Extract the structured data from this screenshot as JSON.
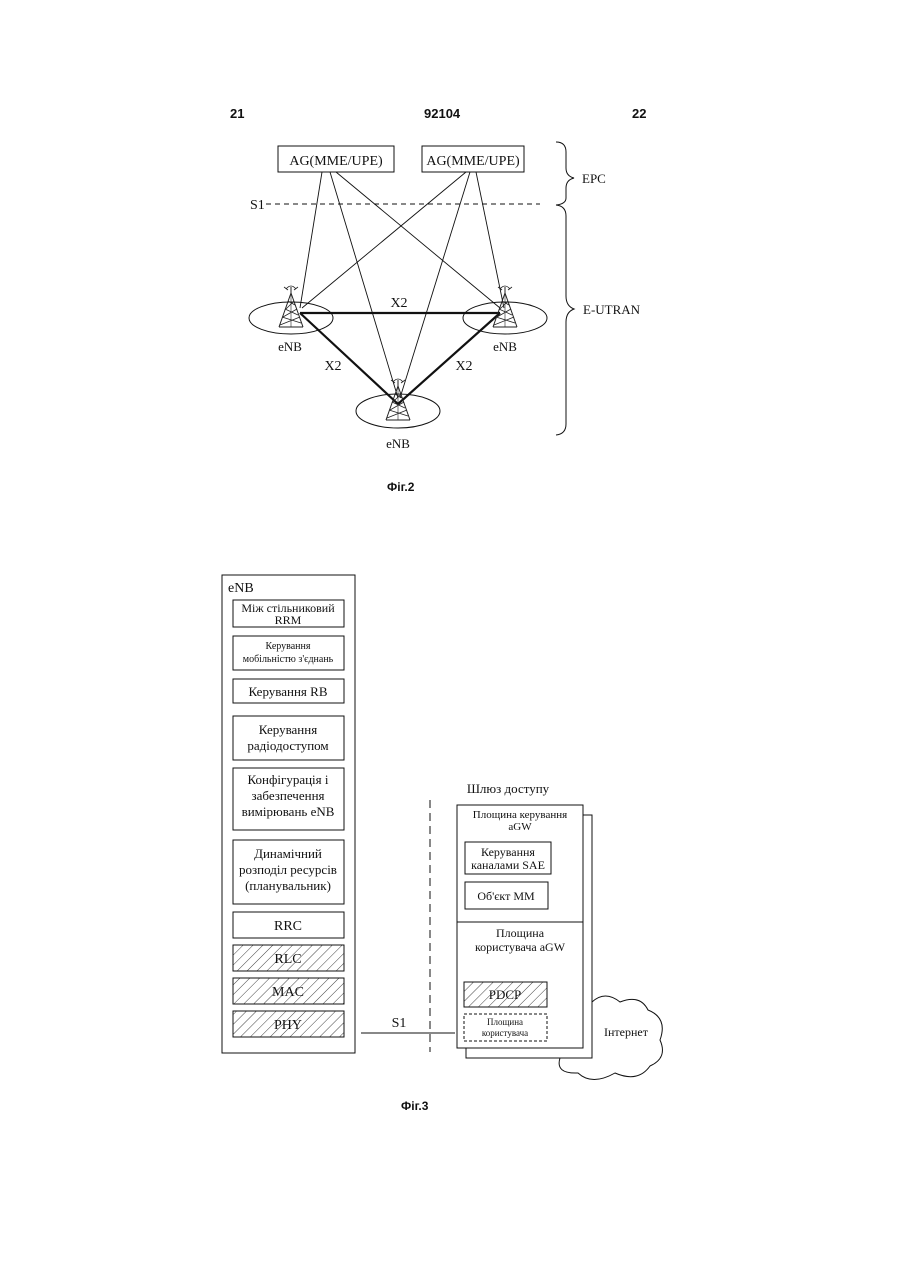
{
  "header": {
    "page_left": "21",
    "doc_number": "92104",
    "page_right": "22"
  },
  "fig2": {
    "ag_left": "AG(MME/UPE)",
    "ag_right": "AG(MME/UPE)",
    "s1_label": "S1",
    "x2_top": "X2",
    "x2_left": "X2",
    "x2_right": "X2",
    "enb_left": "eNB",
    "enb_right": "eNB",
    "enb_bottom": "eNB",
    "epc_label": "EPC",
    "eutran_label": "E-UTRAN",
    "caption": "Фіг.2"
  },
  "fig3": {
    "enb_title": "eNB",
    "blocks": {
      "b1_l1": "Між стільниковий",
      "b1_l2": "RRM",
      "b2_l1": "Керування",
      "b2_l2": "мобільністю з'єднань",
      "b3_l1": "Керування RB",
      "b4_l1": "Керування",
      "b4_l2": "радіодоступом",
      "b5_l1": "Конфігурація і",
      "b5_l2": "забезпечення",
      "b5_l3": "вимірювань eNB",
      "b6_l1": "Динамічний",
      "b6_l2": "розподіл ресурсів",
      "b6_l3": "(планувальник)",
      "rrc": "RRC",
      "rlc": "RLC",
      "mac": "MAC",
      "phy": "PHY"
    },
    "gateway": {
      "title": "Шлюз доступу",
      "cp_l1": "Площина керування",
      "cp_l2": "aGW",
      "sae_l1": "Керування",
      "sae_l2": "каналами SAE",
      "mm": "Об'єкт MM",
      "up_l1": "Площина",
      "up_l2": "користувача aGW",
      "pdcp": "PDCP",
      "user_l1": "Площина",
      "user_l2": "користувача"
    },
    "s1_label": "S1",
    "internet": "Інтернет",
    "caption": "Фіг.3"
  }
}
